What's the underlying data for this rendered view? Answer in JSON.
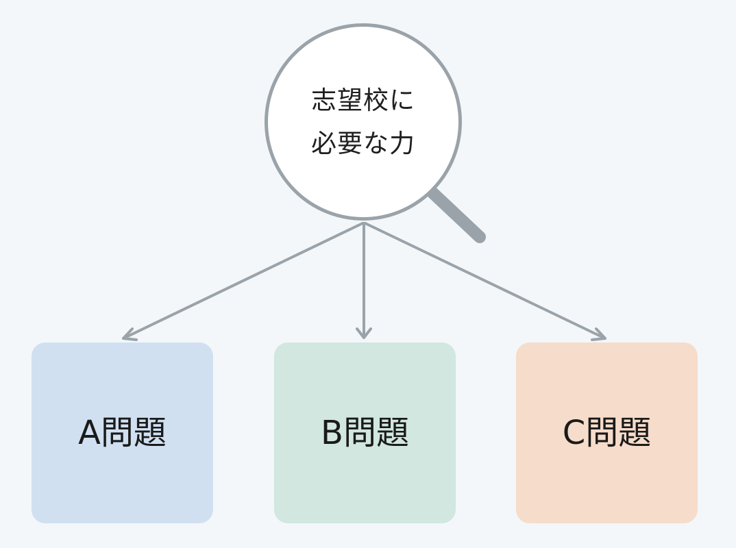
{
  "magnifier": {
    "line1": "志望校に",
    "line2": "必要な力",
    "icon": "magnifying-glass-icon"
  },
  "boxes": [
    {
      "label": "A問題",
      "color": "#d0e0f1"
    },
    {
      "label": "B問題",
      "color": "#d1e7e0"
    },
    {
      "label": "C問題",
      "color": "#f6dcca"
    }
  ],
  "colors": {
    "background": "#f3f7fa",
    "arrow": "#9aa3a9",
    "lens_fill": "#ffffff"
  }
}
